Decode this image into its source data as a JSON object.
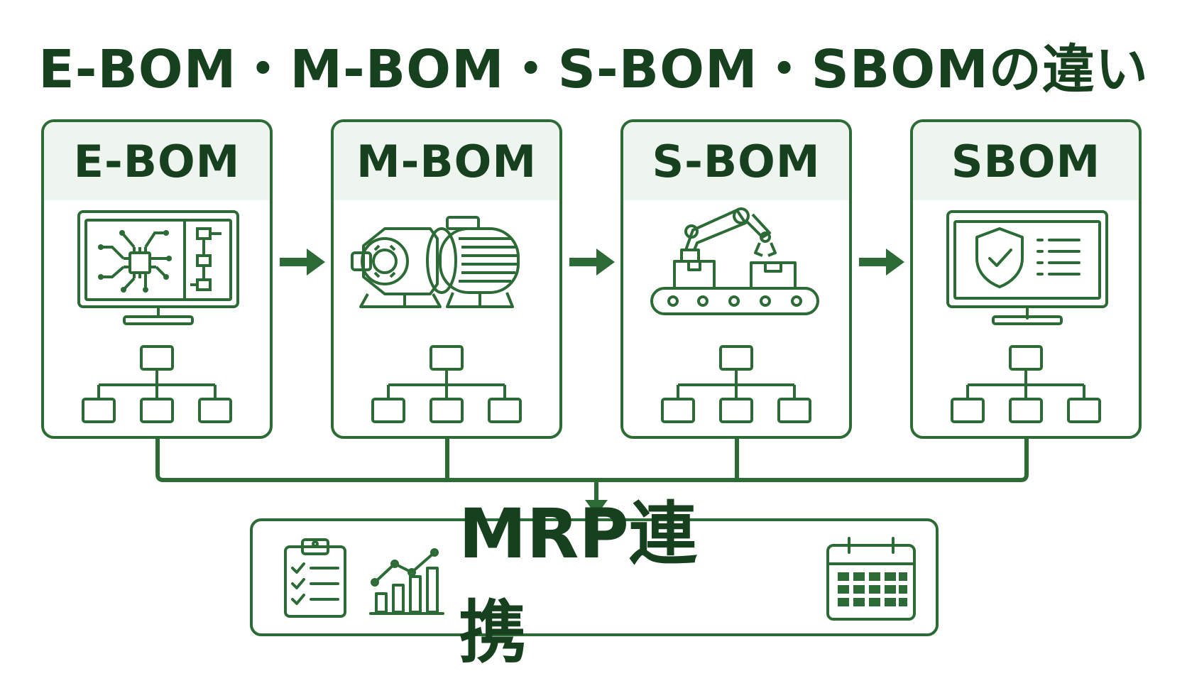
{
  "title": "E-BOM・M-BOM・S-BOM・SBOMの違い",
  "cards": [
    {
      "label": "E-BOM",
      "icon": "circuit-design-monitor-icon"
    },
    {
      "label": "M-BOM",
      "icon": "motor-gearbox-icon"
    },
    {
      "label": "S-BOM",
      "icon": "robot-arm-conveyor-icon"
    },
    {
      "label": "SBOM",
      "icon": "security-shield-monitor-icon"
    }
  ],
  "tree_icon": "hierarchy-tree-icon",
  "mrp": {
    "label": "MRP連携",
    "icons": [
      "checklist-clipboard-icon",
      "bar-chart-trend-icon",
      "calendar-icon"
    ]
  },
  "colors": {
    "primary": "#2c6a36",
    "dark_text": "#17401f",
    "header_fill": "#eef5ee",
    "background": "#fdfefd"
  }
}
